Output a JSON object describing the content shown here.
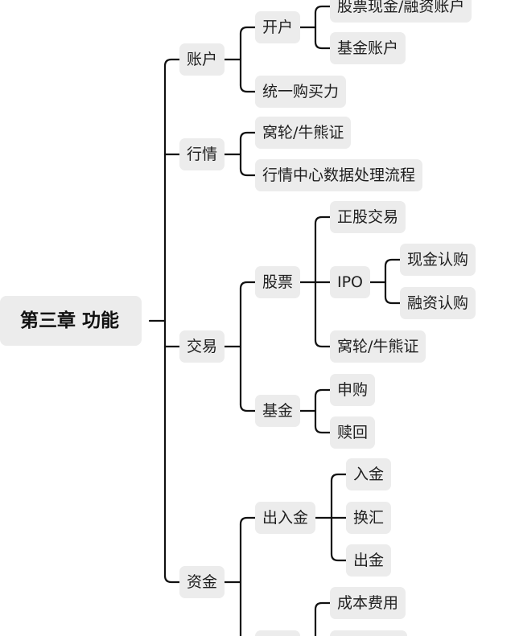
{
  "mindmap": {
    "root": {
      "label": "第三章 功能",
      "children": [
        {
          "label": "账户",
          "children": [
            {
              "label": "开户",
              "children": [
                {
                  "label": "股票现金/融资账户"
                },
                {
                  "label": "基金账户"
                }
              ]
            },
            {
              "label": "统一购买力"
            }
          ]
        },
        {
          "label": "行情",
          "children": [
            {
              "label": "窝轮/牛熊证"
            },
            {
              "label": "行情中心数据处理流程"
            }
          ]
        },
        {
          "label": "交易",
          "children": [
            {
              "label": "股票",
              "children": [
                {
                  "label": "正股交易"
                },
                {
                  "label": "IPO",
                  "children": [
                    {
                      "label": "现金认购"
                    },
                    {
                      "label": "融资认购"
                    }
                  ]
                },
                {
                  "label": "窝轮/牛熊证"
                }
              ]
            },
            {
              "label": "基金",
              "children": [
                {
                  "label": "申购"
                },
                {
                  "label": "赎回"
                }
              ]
            }
          ]
        },
        {
          "label": "资金",
          "children": [
            {
              "label": "出入金",
              "children": [
                {
                  "label": "入金"
                },
                {
                  "label": "换汇"
                },
                {
                  "label": "出金"
                }
              ]
            },
            {
              "label": "",
              "children": [
                {
                  "label": "成本费用"
                },
                {
                  "label": ""
                }
              ]
            }
          ]
        }
      ]
    }
  }
}
